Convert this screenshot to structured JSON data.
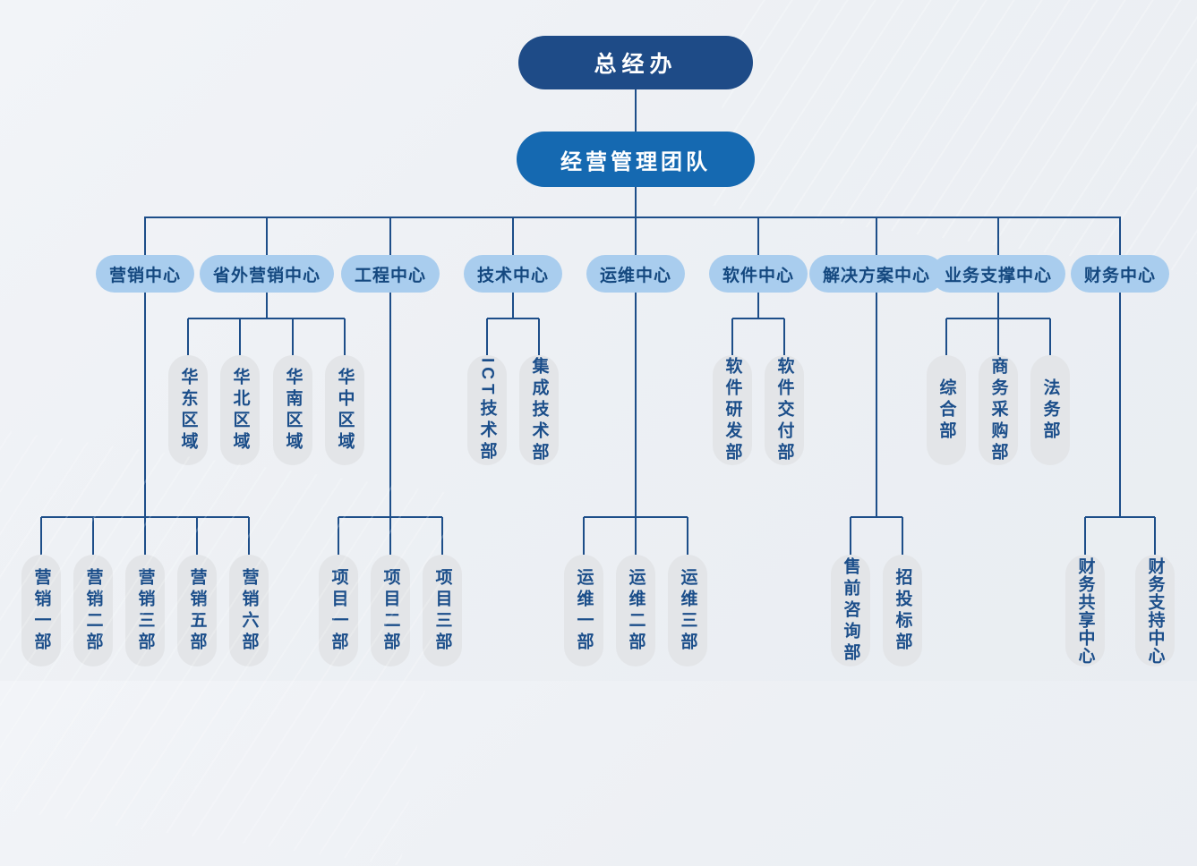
{
  "org": {
    "root": {
      "label": "总经办"
    },
    "management": {
      "label": "经营管理团队"
    },
    "centers": [
      {
        "label": "营销中心",
        "children": [
          "营销一部",
          "营销二部",
          "营销三部",
          "营销五部",
          "营销六部"
        ]
      },
      {
        "label": "省外营销中心",
        "children": [
          "华东区域",
          "华北区域",
          "华南区域",
          "华中区域"
        ]
      },
      {
        "label": "工程中心",
        "children": [
          "项目一部",
          "项目二部",
          "项目三部"
        ]
      },
      {
        "label": "技术中心",
        "children": [
          "ICT技术部",
          "集成技术部"
        ]
      },
      {
        "label": "运维中心",
        "children": [
          "运维一部",
          "运维二部",
          "运维三部"
        ]
      },
      {
        "label": "软件中心",
        "children": [
          "软件研发部",
          "软件交付部"
        ]
      },
      {
        "label": "解决方案中心",
        "children": [
          "售前咨询部",
          "招投标部"
        ]
      },
      {
        "label": "业务支撑中心",
        "children": [
          "综合部",
          "商务采购部",
          "法务部"
        ]
      },
      {
        "label": "财务中心",
        "children": [
          "财务共享中心",
          "财务支持中心"
        ]
      }
    ]
  },
  "colors": {
    "root_fill": "#1e4b87",
    "management_fill": "#1569b1",
    "center_fill": "#a9cdee",
    "center_text": "#14487f",
    "dept_fill": "#e3e5e8",
    "dept_text": "#1b4e8a",
    "connector": "#1d4e89",
    "background": "#edf0f4"
  }
}
